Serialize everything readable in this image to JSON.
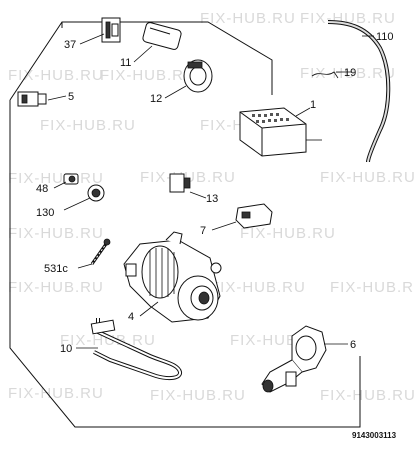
{
  "watermark": "FIX-HUB.RU",
  "document_number": "9143003113",
  "parts": [
    {
      "id": "37"
    },
    {
      "id": "11"
    },
    {
      "id": "12"
    },
    {
      "id": "5"
    },
    {
      "id": "1"
    },
    {
      "id": "19"
    },
    {
      "id": "110"
    },
    {
      "id": "48"
    },
    {
      "id": "130"
    },
    {
      "id": "13"
    },
    {
      "id": "7"
    },
    {
      "id": "531c"
    },
    {
      "id": "4"
    },
    {
      "id": "10"
    },
    {
      "id": "6"
    }
  ]
}
